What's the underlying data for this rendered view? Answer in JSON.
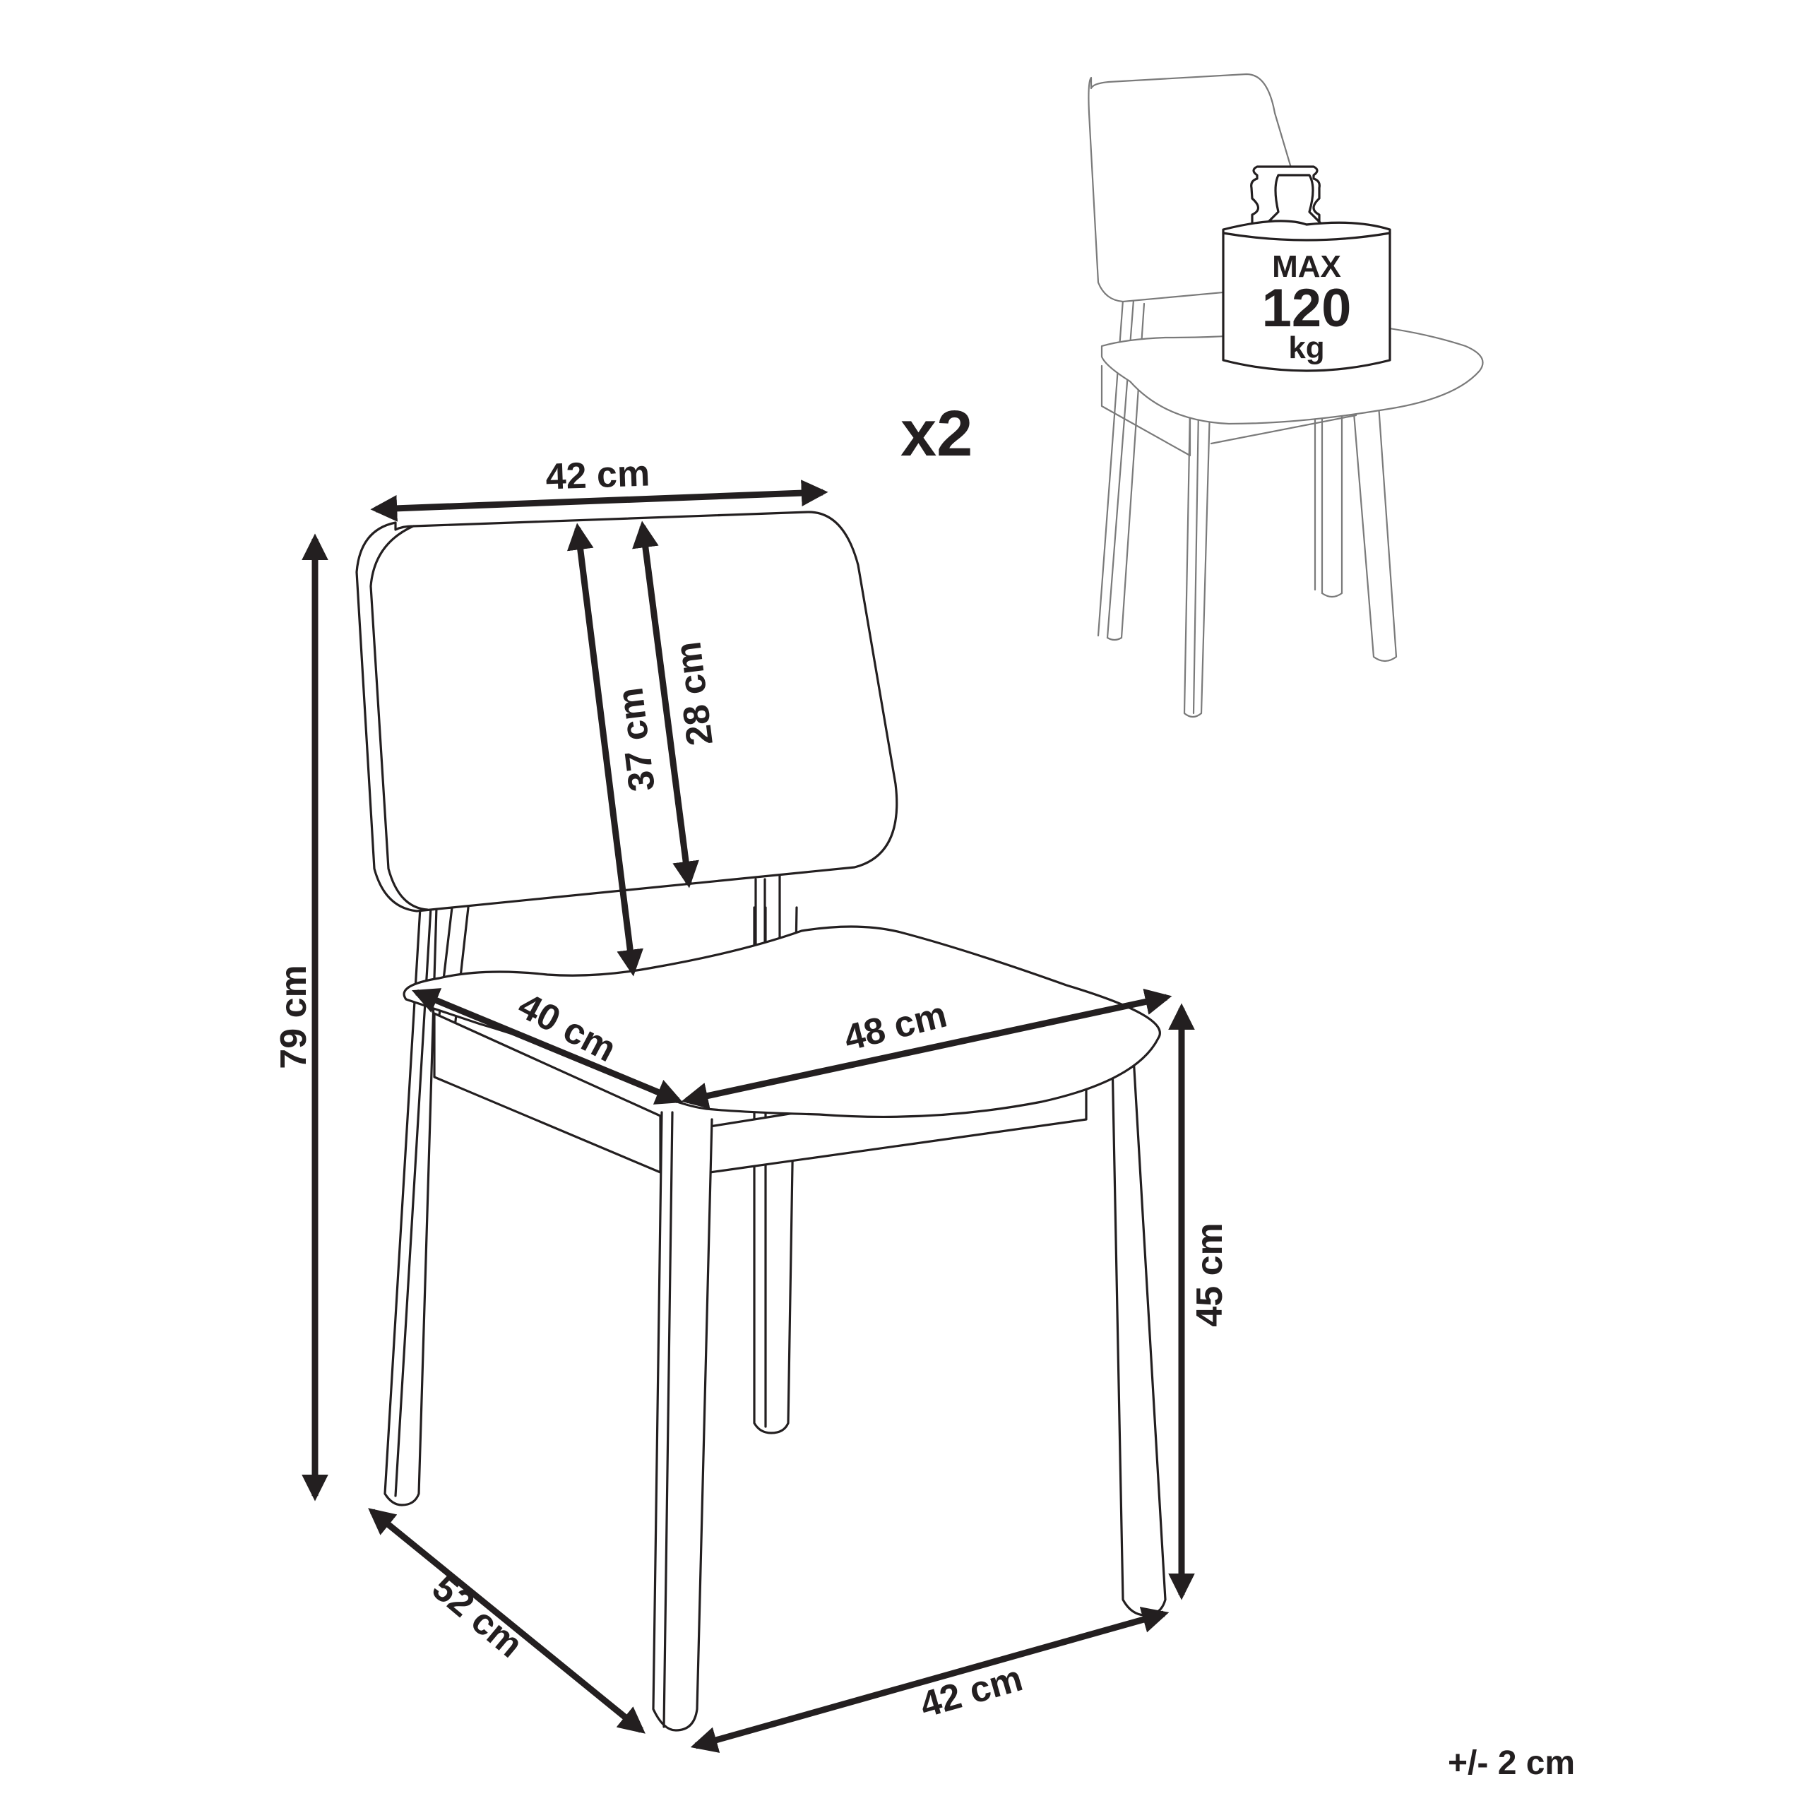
{
  "diagram": {
    "quantity_label": "x2",
    "tolerance_label": "+/- 2 cm",
    "weight_badge": {
      "line1": "MAX",
      "line2": "120",
      "line3": "kg"
    },
    "dimensions": {
      "backrest_width": "42 cm",
      "backrest_total_height": "37 cm",
      "backrest_panel_height": "28 cm",
      "total_height": "79 cm",
      "seat_depth": "40 cm",
      "seat_width": "48 cm",
      "seat_height": "45 cm",
      "footprint_depth": "52 cm",
      "footprint_width": "42 cm"
    },
    "colors": {
      "ink": "#231f20",
      "outline_light": "#7a7a7a",
      "background": "#ffffff"
    }
  }
}
